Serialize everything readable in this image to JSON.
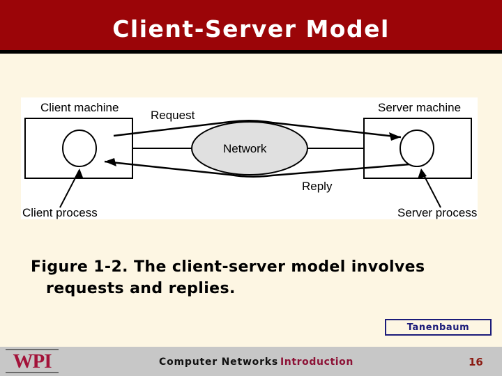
{
  "slide": {
    "title": "Client-Server Model",
    "background_color": "#fdf6e3",
    "banner_color": "#9b0508",
    "title_color": "#ffffff"
  },
  "figure": {
    "canvas_background": "#ffffff",
    "network_fill": "#e0e0e0",
    "stroke_color": "#000000",
    "labels": {
      "client_machine": "Client machine",
      "server_machine": "Server machine",
      "request": "Request",
      "reply": "Reply",
      "network": "Network",
      "client_process": "Client process",
      "server_process": "Server process"
    },
    "caption_line1": "Figure 1-2. The client-server model involves",
    "caption_line2": "requests and replies."
  },
  "attribution": {
    "label": "Tanenbaum",
    "border_color": "#1b1b7a",
    "text_color": "#1b1b7a"
  },
  "footer": {
    "logo_text": "WPI",
    "logo_color": "#a3133a",
    "course": "Computer Networks",
    "section": "Introduction",
    "section_color": "#8c1135",
    "page_number": "16",
    "page_number_color": "#8b1a12",
    "bar_color": "#c7c7c7"
  }
}
